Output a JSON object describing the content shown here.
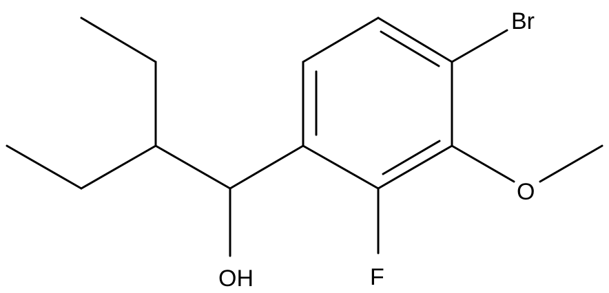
{
  "molecule": {
    "atom_labels": {
      "br": "Br",
      "oh": "OH",
      "f": "F",
      "o": "O"
    },
    "colors": {
      "bond": "#000000",
      "label": "#000000",
      "background": "#ffffff"
    }
  }
}
